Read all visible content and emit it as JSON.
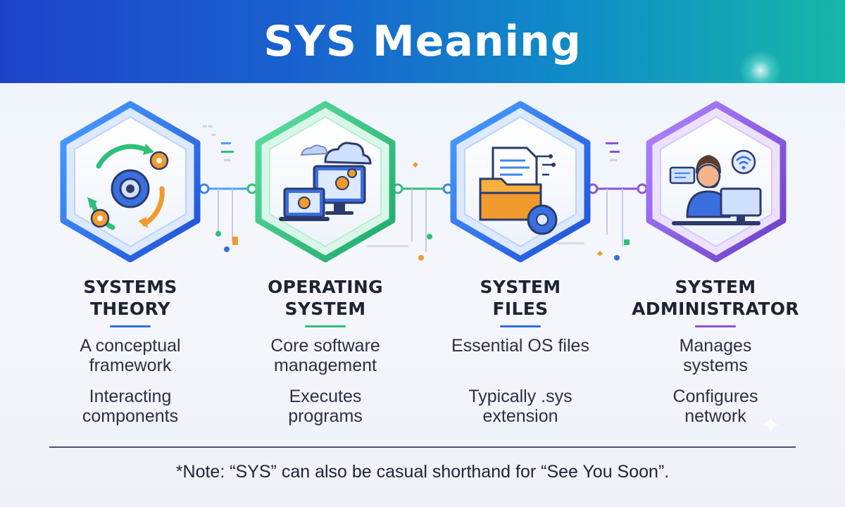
{
  "header": {
    "title": "SYS Meaning"
  },
  "colors": {
    "blue": "#2f6fe0",
    "green": "#2fbf7a",
    "purple": "#8a52d6",
    "orange": "#f19a2e",
    "navy": "#2b3a6b"
  },
  "cards": [
    {
      "title_line1": "SYSTEMS",
      "title_line2": "THEORY",
      "desc1": "A conceptual framework",
      "desc2": "Interacting components",
      "icon": "gears-cycle-icon",
      "accent": "#2f6fe0"
    },
    {
      "title_line1": "OPERATING",
      "title_line2": "SYSTEM",
      "desc1": "Core software management",
      "desc2": "Executes programs",
      "icon": "computer-cloud-icon",
      "accent": "#2fbf7a"
    },
    {
      "title_line1": "SYSTEM",
      "title_line2": "FILES",
      "desc1": "Essential OS files",
      "desc2": "Typically .sys extension",
      "icon": "folder-gear-icon",
      "accent": "#2f6fe0"
    },
    {
      "title_line1": "SYSTEM",
      "title_line2": "ADMINISTRATOR",
      "desc1": "Manages systems",
      "desc2": "Configures network",
      "icon": "admin-headset-icon",
      "accent": "#8a52d6"
    }
  ],
  "footer": {
    "note": "*Note: “SYS” can also be casual shorthand for “See You Soon”."
  }
}
